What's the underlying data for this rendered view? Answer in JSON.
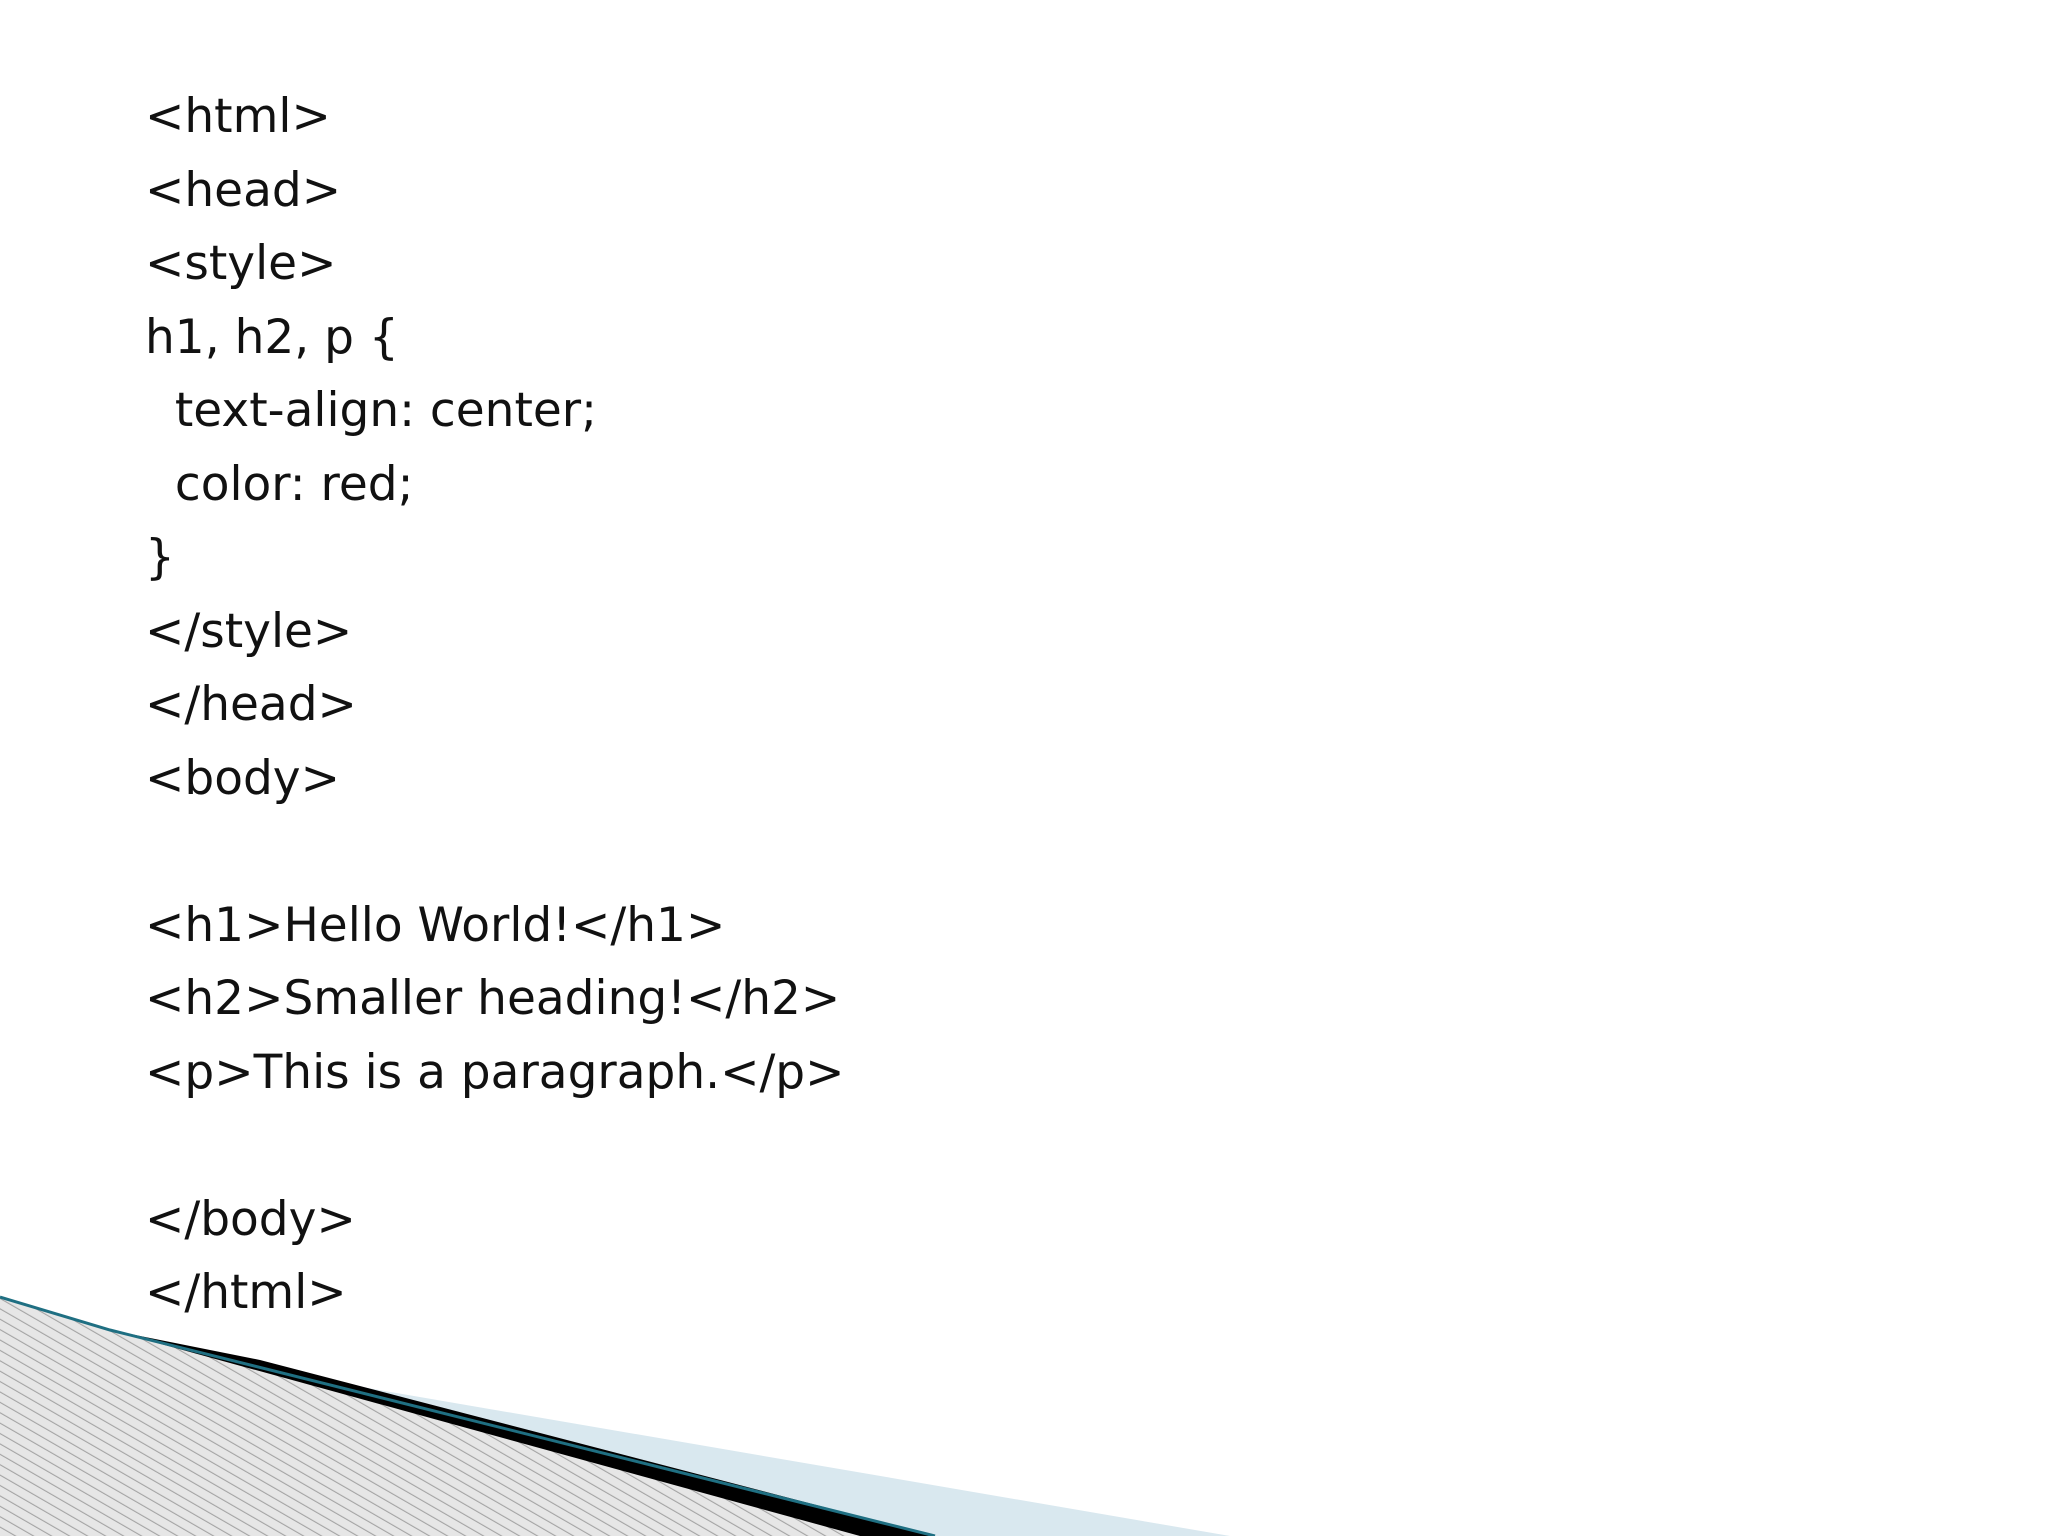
{
  "code": {
    "lines": [
      "<html>",
      "<head>",
      "<style>",
      "h1, h2, p {",
      "  text-align: center;",
      "  color: red;",
      "}",
      "</style>",
      "</head>",
      "<body>",
      "",
      "<h1>Hello World!</h1>",
      "<h2>Smaller heading!</h2>",
      "<p>This is a paragraph.</p>",
      "",
      "</body>",
      "</html>"
    ]
  },
  "decor": {
    "colors": {
      "stripe_bg": "#e4e4e4",
      "stripe_line": "#a8a8a8",
      "black_band": "#000000",
      "teal_line": "#1f6f82",
      "light_blue": "#d9e8ef"
    }
  }
}
